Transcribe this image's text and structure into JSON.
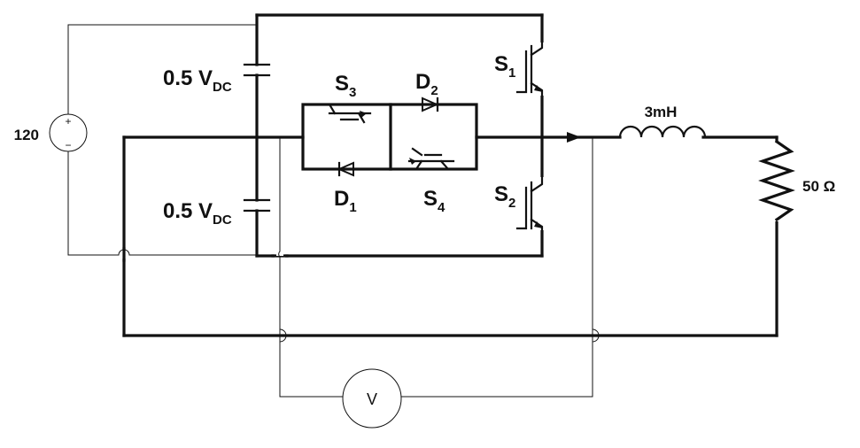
{
  "source": {
    "value": "120",
    "plus": "+",
    "minus": "−"
  },
  "capacitor_top": {
    "main": "0.5 V",
    "sub": "DC"
  },
  "capacitor_bottom": {
    "main": "0.5 V",
    "sub": "DC"
  },
  "switches": {
    "s1": {
      "main": "S",
      "sub": "1"
    },
    "s2": {
      "main": "S",
      "sub": "2"
    },
    "s3": {
      "main": "S",
      "sub": "3"
    },
    "s4": {
      "main": "S",
      "sub": "4"
    }
  },
  "diodes": {
    "d1": {
      "main": "D",
      "sub": "1"
    },
    "d2": {
      "main": "D",
      "sub": "2"
    }
  },
  "inductor": {
    "value": "3mH"
  },
  "resistor": {
    "value": "50 Ω"
  },
  "voltmeter": {
    "label": "V"
  }
}
